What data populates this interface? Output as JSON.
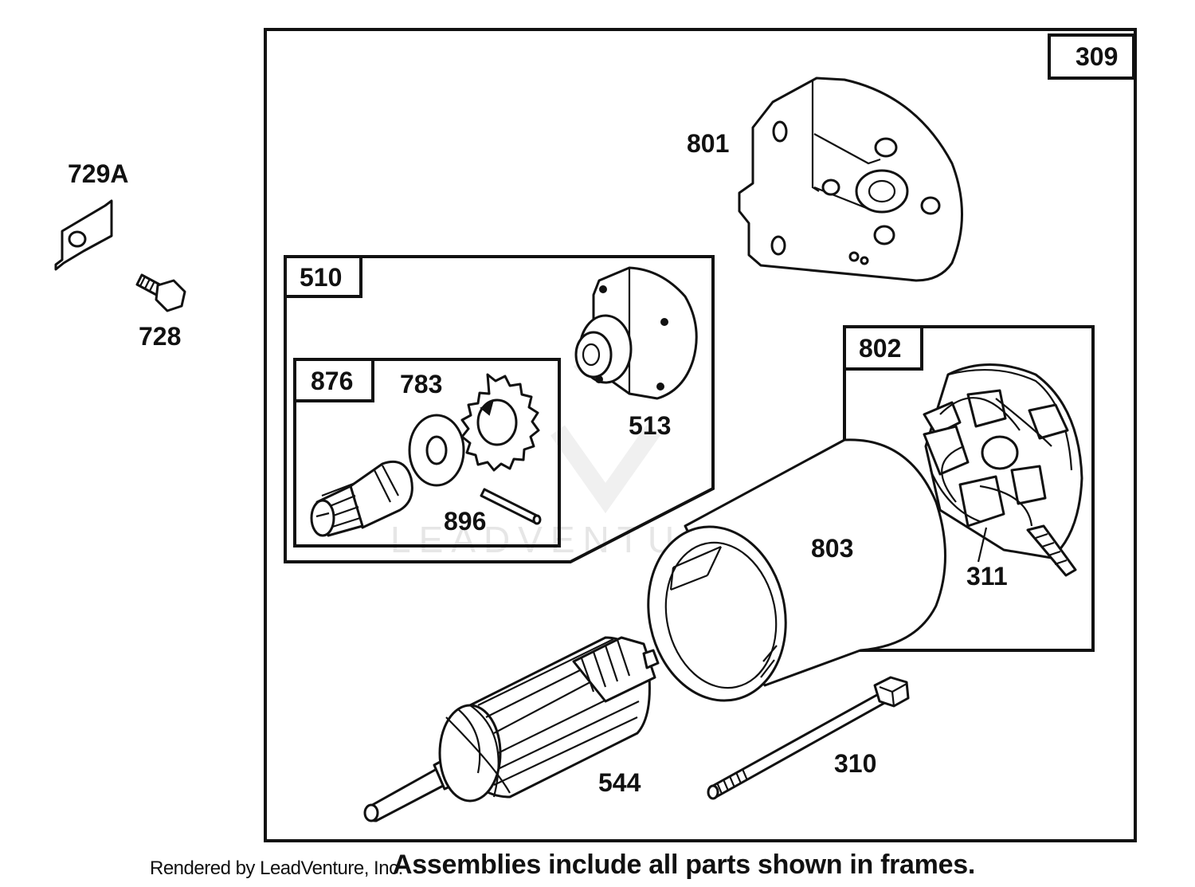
{
  "callouts": {
    "p309": "309",
    "p801": "801",
    "p729a": "729A",
    "p728": "728",
    "p510": "510",
    "p876": "876",
    "p783": "783",
    "p513": "513",
    "p896": "896",
    "p802": "802",
    "p803": "803",
    "p311": "311",
    "p544": "544",
    "p310": "310"
  },
  "watermark": "LEADVENTURE",
  "footer": {
    "rendered_by": "Rendered by LeadVenture, Inc.",
    "note": "Assemblies include all parts shown in frames."
  }
}
